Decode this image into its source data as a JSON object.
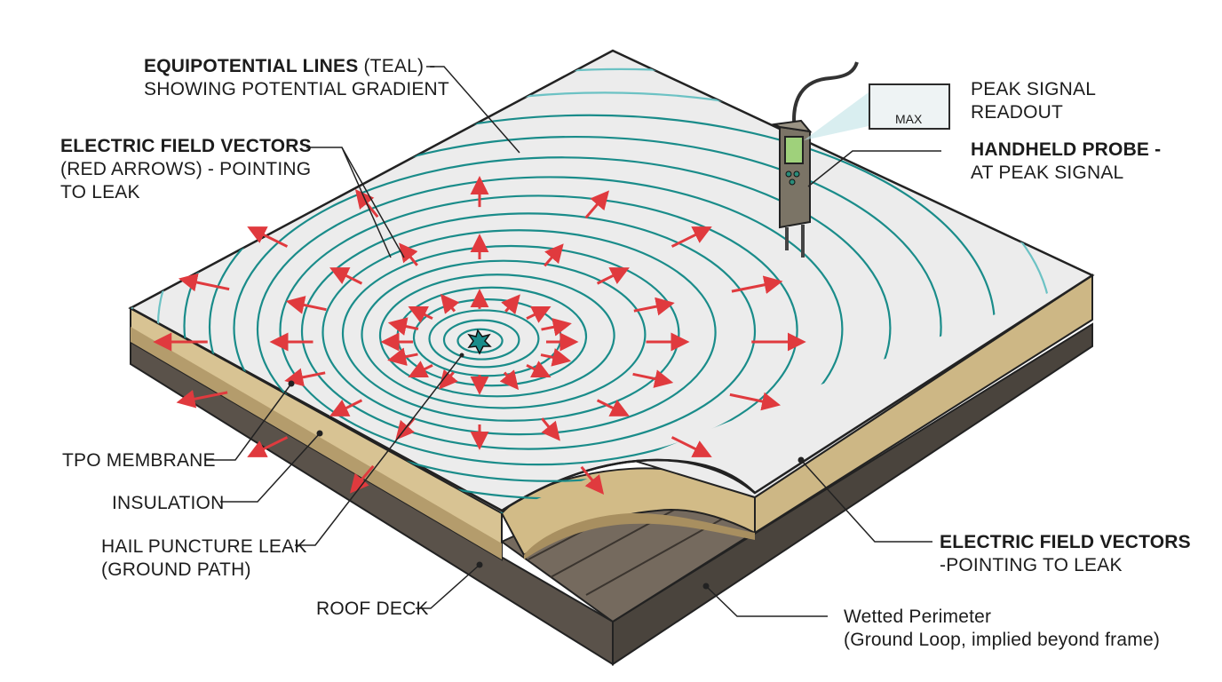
{
  "labels": {
    "equipotential_bold": "EQUIPOTENTIAL LINES",
    "equipotential_rest": " (TEAL) -",
    "equipotential_line2": "SHOWING POTENTIAL GRADIENT",
    "efv_left_bold": "ELECTRIC FIELD VECTORS",
    "efv_left_line2": "(RED ARROWS) - POINTING",
    "efv_left_line3": "TO LEAK",
    "peak_line1": "PEAK SIGNAL",
    "peak_line2": "READOUT",
    "readout_value": "MAX",
    "probe_bold": "HANDHELD PROBE -",
    "probe_line2": "AT PEAK SIGNAL",
    "tpo": "TPO MEMBRANE",
    "insulation": "INSULATION",
    "hail_line1": "HAIL PUNCTURE LEAK",
    "hail_line2": "(GROUND PATH)",
    "roof_deck": "ROOF DECK",
    "efv_right_bold": "ELECTRIC FIELD VECTORS",
    "efv_right_line2": "-POINTING TO LEAK",
    "wetted_line1": "Wetted Perimeter",
    "wetted_line2": "(Ground Loop, implied beyond frame)"
  },
  "colors": {
    "membrane": "#ececec",
    "equipotential": "#1a8c8a",
    "equipotential_outer": "#6cc2c4",
    "vector": "#e03a3e",
    "insulation": "#d8c393",
    "insulation_dark": "#b49c6c",
    "deck": "#6f655a",
    "deck_dark": "#4f4840",
    "leader": "#222222"
  },
  "readout": {
    "level_fraction": 0.7
  }
}
